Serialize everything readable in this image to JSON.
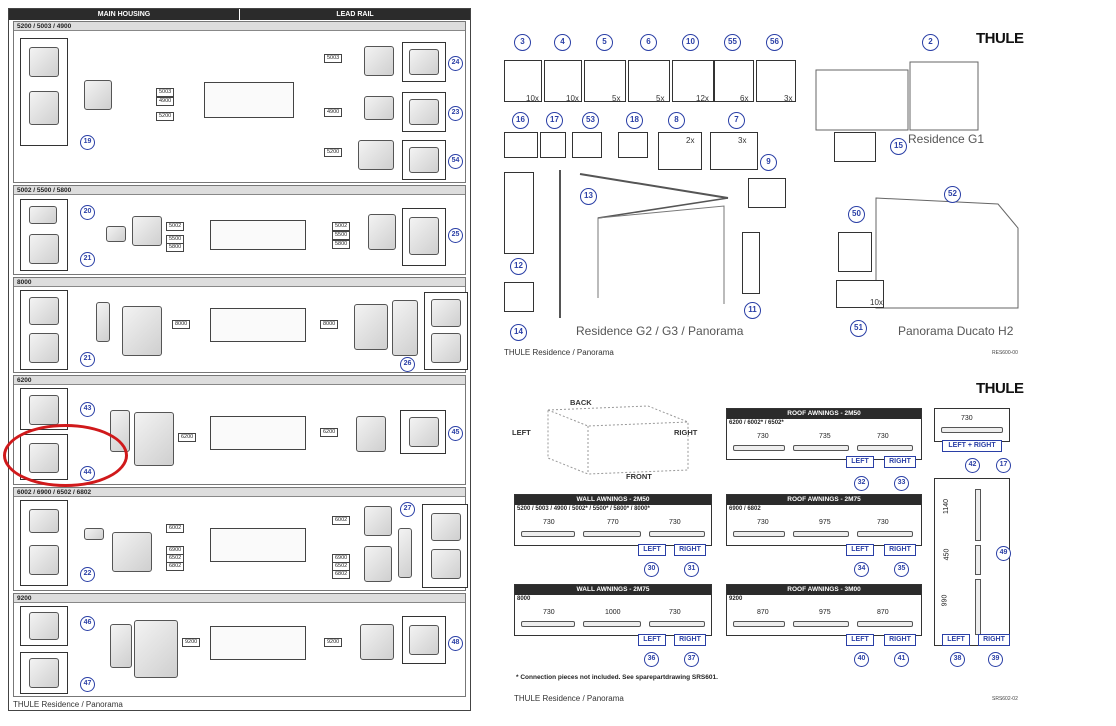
{
  "left_sheet": {
    "headers": [
      "MAIN HOUSING",
      "LEAD RAIL"
    ],
    "sections": [
      {
        "title": "5200 / 5003 / 4900",
        "side_parts": [
          "19"
        ],
        "labels_mid": [
          "5003",
          "4900",
          "5200"
        ],
        "right_labels": [
          "5003",
          "4900",
          "5200"
        ],
        "right_parts": [
          "24",
          "23",
          "54"
        ]
      },
      {
        "title": "5002 / 5500 / 5800",
        "side_parts": [
          "20",
          "21"
        ],
        "labels_mid": [
          "5002",
          "5500",
          "5800"
        ],
        "right_labels": [
          "5002",
          "5500",
          "5800"
        ],
        "right_parts": [
          "25"
        ]
      },
      {
        "title": "8000",
        "side_parts": [
          "21"
        ],
        "labels_mid": [
          "8000"
        ],
        "right_labels": [
          "8000"
        ],
        "right_parts": [
          "26"
        ]
      },
      {
        "title": "6200",
        "side_parts": [
          "43",
          "44"
        ],
        "labels_mid": [
          "6200"
        ],
        "right_labels": [
          "6200"
        ],
        "right_parts": [
          "45"
        ]
      },
      {
        "title": "6002 / 6900 / 6502 / 6802",
        "side_parts": [
          "22"
        ],
        "labels_mid": [
          "6002",
          "6900",
          "6502",
          "6802"
        ],
        "right_labels": [
          "6002",
          "6900",
          "6502",
          "6802"
        ],
        "right_parts": [
          "27"
        ]
      },
      {
        "title": "9200",
        "side_parts": [
          "46",
          "47"
        ],
        "labels_mid": [
          "9200"
        ],
        "right_labels": [
          "9200"
        ],
        "right_parts": [
          "48"
        ]
      }
    ],
    "footer": "THULE Residence / Panorama"
  },
  "top_right": {
    "brand": "THULE",
    "parts_row": [
      {
        "id": "3",
        "qty": "10x"
      },
      {
        "id": "4",
        "qty": "10x"
      },
      {
        "id": "5",
        "qty": "5x"
      },
      {
        "id": "6",
        "qty": "5x"
      },
      {
        "id": "10",
        "qty": "12x"
      },
      {
        "id": "55",
        "qty": "6x"
      },
      {
        "id": "56",
        "qty": "3x"
      }
    ],
    "parts_row2": [
      {
        "id": "16"
      },
      {
        "id": "17"
      },
      {
        "id": "53"
      },
      {
        "id": "18"
      },
      {
        "id": "8",
        "qty": "2x"
      },
      {
        "id": "7",
        "qty": "3x"
      }
    ],
    "other_parts": [
      "9",
      "12",
      "13",
      "11",
      "14",
      "2",
      "15",
      "52",
      "50",
      "51"
    ],
    "qty_51": "10x",
    "captions": {
      "g1": "Residence G1",
      "g2": "Residence G2 / G3 / Panorama",
      "ducato": "Panorama Ducato H2"
    },
    "footer": "THULE Residence / Panorama",
    "code": "RES600-00"
  },
  "bottom_right": {
    "brand": "THULE",
    "directions": {
      "back": "BACK",
      "front": "FRONT",
      "left": "LEFT",
      "right": "RIGHT"
    },
    "tables": [
      {
        "title": "ROOF AWNINGS - 2M50",
        "sub": "6200 / 6002* / 6502*",
        "lengths": [
          "730",
          "735",
          "730"
        ],
        "left": "LEFT",
        "right": "RIGHT",
        "parts": [
          "32",
          "33"
        ]
      },
      {
        "title": "WALL AWNINGS - 2M50",
        "sub": "5200 / 5003 / 4900 / 5002* / 5500* / 5800* / 8000*",
        "lengths": [
          "730",
          "770",
          "730"
        ],
        "left": "LEFT",
        "right": "RIGHT",
        "parts": [
          "30",
          "31"
        ]
      },
      {
        "title": "ROOF AWNINGS - 2M75",
        "sub": "6900 / 6802",
        "lengths": [
          "730",
          "975",
          "730"
        ],
        "left": "LEFT",
        "right": "RIGHT",
        "parts": [
          "34",
          "35"
        ]
      },
      {
        "title": "WALL AWNINGS - 2M75",
        "sub": "8000",
        "lengths": [
          "730",
          "1000",
          "730"
        ],
        "left": "LEFT",
        "right": "RIGHT",
        "parts": [
          "36",
          "37"
        ]
      },
      {
        "title": "ROOF AWNINGS - 3M00",
        "sub": "9200",
        "lengths": [
          "870",
          "975",
          "870"
        ],
        "left": "LEFT",
        "right": "RIGHT",
        "parts": [
          "40",
          "41"
        ]
      }
    ],
    "side_top": {
      "length": "730",
      "label": "LEFT + RIGHT",
      "part": "42"
    },
    "side_vert": {
      "lengths": [
        "1140",
        "450",
        "990"
      ],
      "left": "LEFT",
      "right": "RIGHT",
      "parts": [
        "17",
        "49",
        "38",
        "39"
      ]
    },
    "note": "* Connection pieces not included. See sparepartdrawing SRS601.",
    "footer": "THULE Residence / Panorama",
    "code": "SRS602-02"
  }
}
